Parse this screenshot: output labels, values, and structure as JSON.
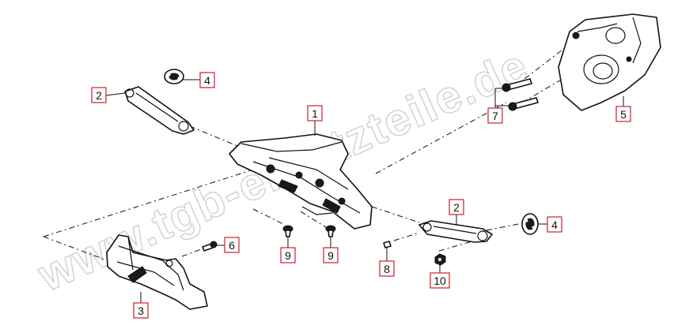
{
  "watermark": "www.tgb-ersatzteile.de",
  "callouts": [
    {
      "id": "c1",
      "label": "1"
    },
    {
      "id": "c2a",
      "label": "2"
    },
    {
      "id": "c2b",
      "label": "2"
    },
    {
      "id": "c3",
      "label": "3"
    },
    {
      "id": "c4a",
      "label": "4"
    },
    {
      "id": "c4b",
      "label": "4"
    },
    {
      "id": "c5",
      "label": "5"
    },
    {
      "id": "c6",
      "label": "6"
    },
    {
      "id": "c7",
      "label": "7"
    },
    {
      "id": "c8",
      "label": "8"
    },
    {
      "id": "c9a",
      "label": "9"
    },
    {
      "id": "c9b",
      "label": "9"
    },
    {
      "id": "c10",
      "label": "10"
    }
  ],
  "colors": {
    "callout_border": "#c8202a",
    "linework": "#111111",
    "watermark": "#d0d0d0"
  }
}
